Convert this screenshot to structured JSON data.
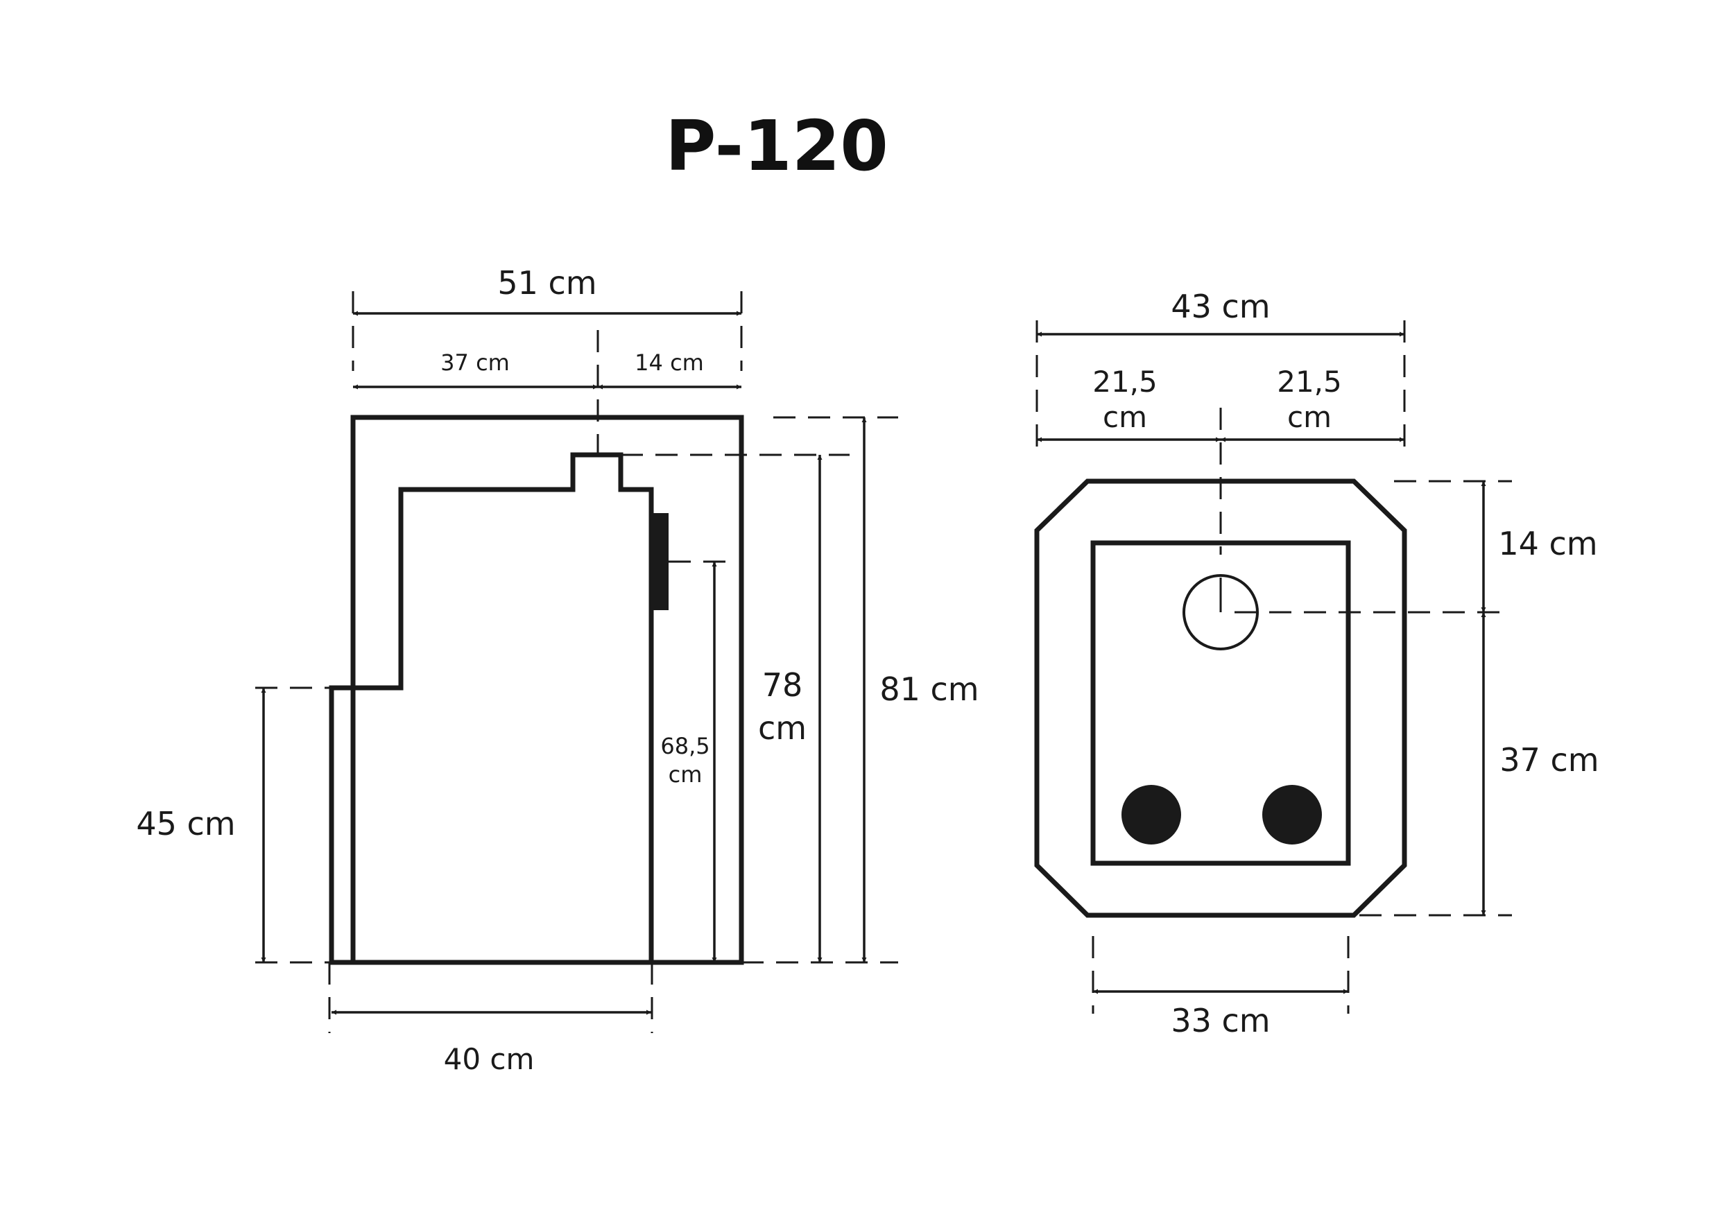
{
  "title": "P-120",
  "side_view": {
    "width_total": "51 cm",
    "width_left": "37 cm",
    "width_right": "14 cm",
    "height_inner_line1": "78",
    "height_inner_line2": "cm",
    "height_total": "81 cm",
    "height_outlet_line1": "68,5",
    "height_outlet_line2": "cm",
    "height_lower": "45 cm",
    "depth_base": "40 cm"
  },
  "top_view": {
    "width_total": "43 cm",
    "half_left_line1": "21,5",
    "half_left_line2": "cm",
    "half_right_line1": "21,5",
    "half_right_line2": "cm",
    "depth_flue": "14 cm",
    "depth_rest": "37 cm",
    "width_inner": "33 cm"
  },
  "colors": {
    "ink": "#1a1a1a",
    "background": "#ffffff"
  }
}
